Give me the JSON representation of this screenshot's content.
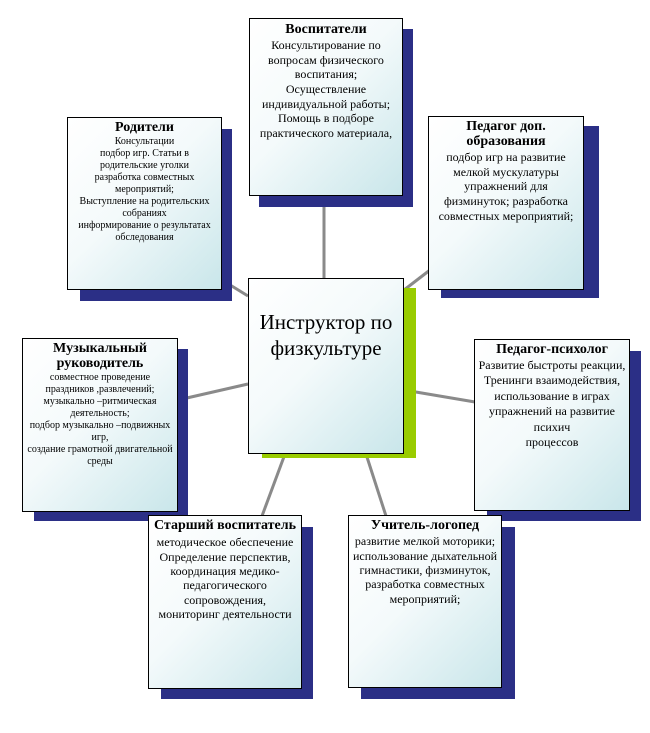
{
  "diagram": {
    "center": {
      "title": "Инструктор по физкультуре"
    },
    "nodes": [
      {
        "id": "vospitateli",
        "title": "Воспитатели",
        "body": "Консультирование по вопросам физического воспитания;\nОсуществление индивидуальной работы;\nПомощь в подборе практического материала,"
      },
      {
        "id": "roditeli",
        "title": "Родители",
        "body": "Консультации\nподбор игр. Статьи в родительские уголки\nразработка совместных мероприятий;\nВыступление на родительских собраниях\nинформирование о результатах обследования"
      },
      {
        "id": "pedagog-dop",
        "title": "Педагог доп. образования",
        "body": "подбор игр на развитие мелкой мускулатуры упражнений для физминуток; разработка совместных мероприятий;"
      },
      {
        "id": "muz-ruk",
        "title": "Музыкальный руководитель",
        "body": "совместное проведение праздников ,развлечений;\nмузыкально –ритмическая деятельность;\nподбор музыкально –подвижных игр,\nсоздание грамотной двигательной среды"
      },
      {
        "id": "psiholog",
        "title": "Педагог-психолог",
        "body": "Развитие быстроты реакции,\nТренинги взаимодействия,\nиспользование в  играх упражнений на развитие психич\nпроцессов"
      },
      {
        "id": "starshiy",
        "title": "Старший воспитатель",
        "body": "методическое обеспечение\nОпределение перспектив,\nкоординация медико-педагогического сопровождения,\nмониторинг деятельности"
      },
      {
        "id": "logoped",
        "title": "Учитель-логопед",
        "body": "развитие мелкой моторики;\nиспользование дыхательной гимнастики, физминуток,\nразработка совместных мероприятий;"
      }
    ]
  }
}
